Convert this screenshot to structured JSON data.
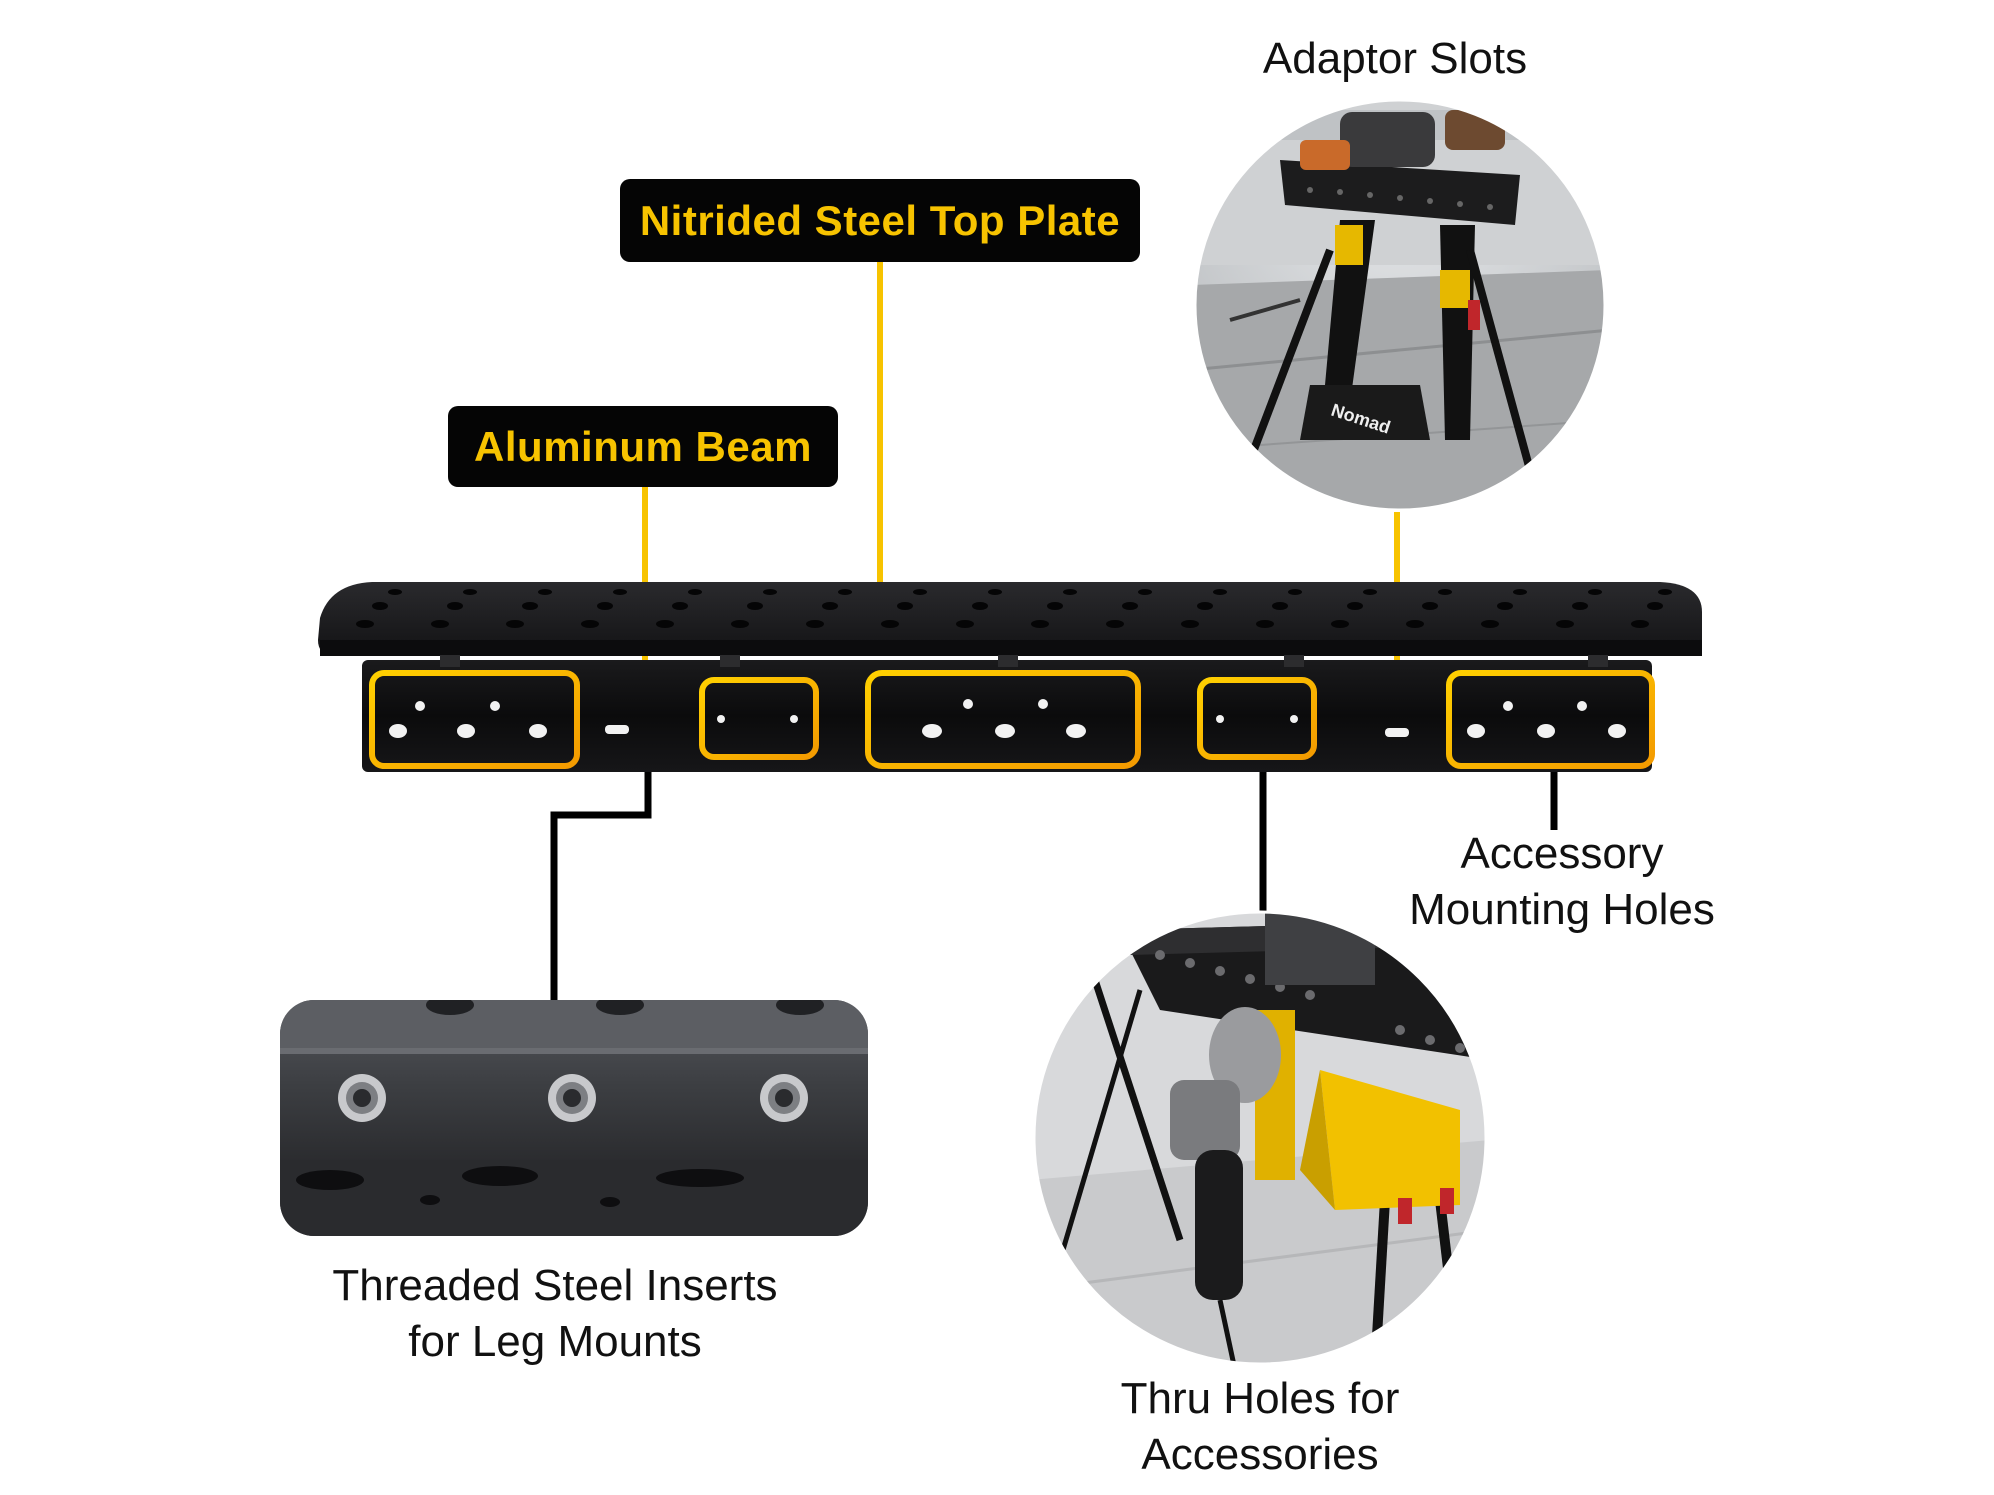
{
  "callouts": {
    "top_plate": "Nitrided Steel Top Plate",
    "beam": "Aluminum Beam"
  },
  "labels": {
    "adaptor_slots": "Adaptor Slots",
    "accessory_line1": "Accessory",
    "accessory_line2": "Mounting Holes",
    "threaded_line1": "Threaded Steel Inserts",
    "threaded_line2": "for Leg Mounts",
    "thru_line1": "Thru Holes for",
    "thru_line2": "Accessories"
  },
  "photo_text": {
    "brand": "Nomad"
  },
  "colors": {
    "callout_bg": "#050505",
    "callout_text": "#f7c300",
    "highlight_outer": "#f7a400",
    "highlight_inner": "#ffd000",
    "leader_black": "#000000",
    "leader_yellow": "#f7c300",
    "table_dark": "#1c1c1e"
  }
}
